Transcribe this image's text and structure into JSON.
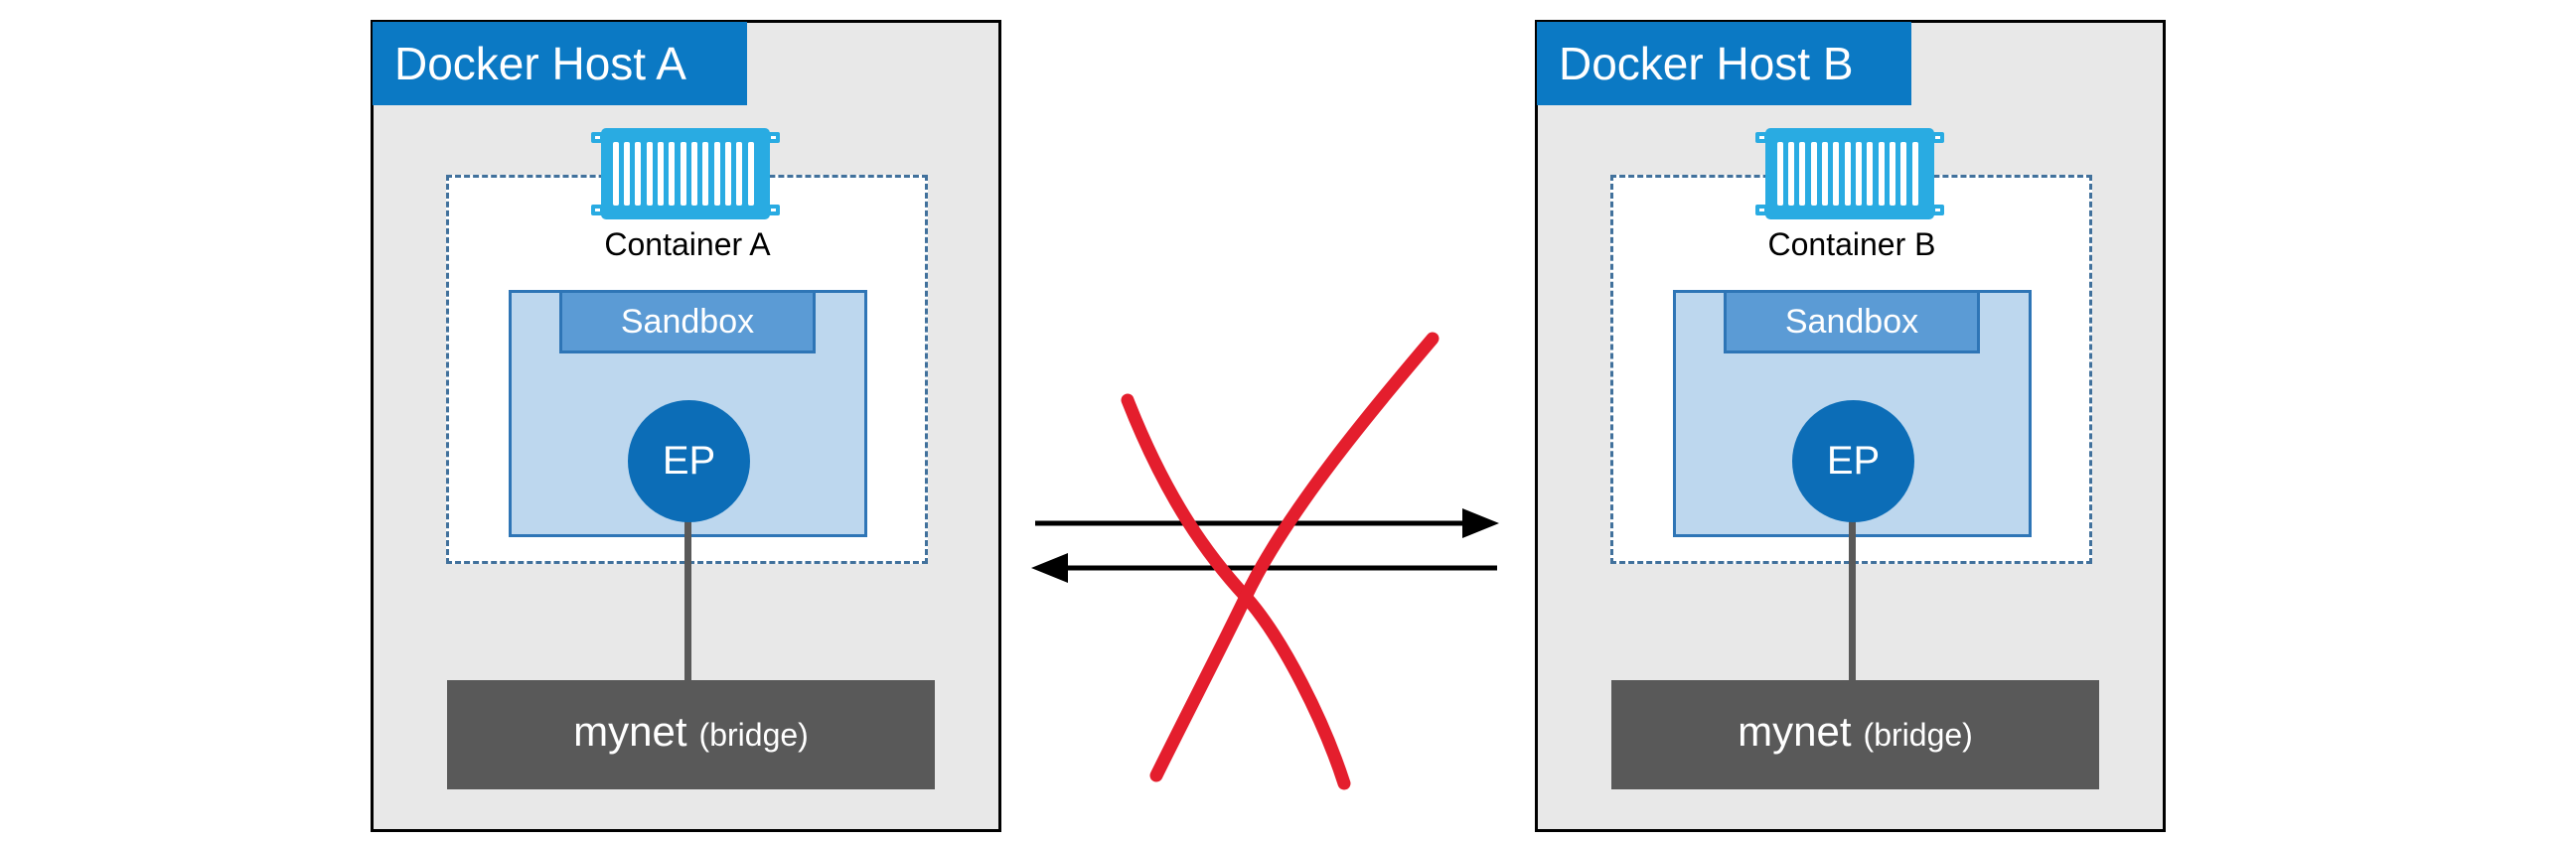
{
  "hosts": [
    {
      "title": "Docker Host A",
      "container_label": "Container A",
      "sandbox_label": "Sandbox",
      "endpoint_label": "EP",
      "network_name": "mynet",
      "network_type": "(bridge)"
    },
    {
      "title": "Docker Host B",
      "container_label": "Container B",
      "sandbox_label": "Sandbox",
      "endpoint_label": "EP",
      "network_name": "mynet",
      "network_type": "(bridge)"
    }
  ],
  "connection": {
    "forward_arrow_icon": "arrow-right-icon",
    "backward_arrow_icon": "arrow-left-icon",
    "blocked_icon": "red-x-icon"
  },
  "colors": {
    "host-bg": "#e8e8e8",
    "host-border": "#000000",
    "header-blue": "#0b79c4",
    "container-blue": "#29abe2",
    "dashed-border": "#41719c",
    "sandbox-fill": "#bdd7ee",
    "sandbox-border": "#2e75b6",
    "sandbox-header": "#5b9bd5",
    "endpoint-blue": "#0c6db7",
    "network-gray": "#595959",
    "arrow-black": "#000000",
    "blocked-red": "#e41e2d"
  }
}
